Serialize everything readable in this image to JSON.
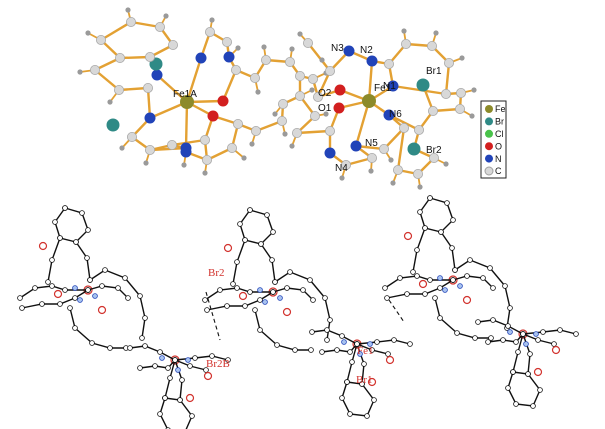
{
  "colors": {
    "Fe": "#8c8a2a",
    "Br": "#2f8a86",
    "Cl": "#49c24a",
    "O": "#d21f1f",
    "N": "#2143b8",
    "C": "#d8d8d8",
    "bond": "#e3a133",
    "red_label": "#d2322d"
  },
  "top_panel": {
    "labels": {
      "fe1a": "Fe1A",
      "fe1": "Fe1",
      "n1": "N1",
      "n2": "N2",
      "n3": "N3",
      "n4": "N4",
      "n5": "N5",
      "n6": "N6",
      "o1": "O1",
      "o2": "O2",
      "br1": "Br1",
      "br2": "Br2"
    },
    "legend": [
      {
        "element": "Fe",
        "color": "#8c8a2a"
      },
      {
        "element": "Br",
        "color": "#2f8a86"
      },
      {
        "element": "Cl",
        "color": "#49c24a"
      },
      {
        "element": "O",
        "color": "#d21f1f"
      },
      {
        "element": "N",
        "color": "#2143b8"
      },
      {
        "element": "C",
        "color": "#d8d8d8"
      }
    ]
  },
  "bottom_panel": {
    "labels": {
      "br2": "Br2",
      "br2b": "Br2B",
      "fe1": "Fe1",
      "br1": "Br1"
    }
  }
}
